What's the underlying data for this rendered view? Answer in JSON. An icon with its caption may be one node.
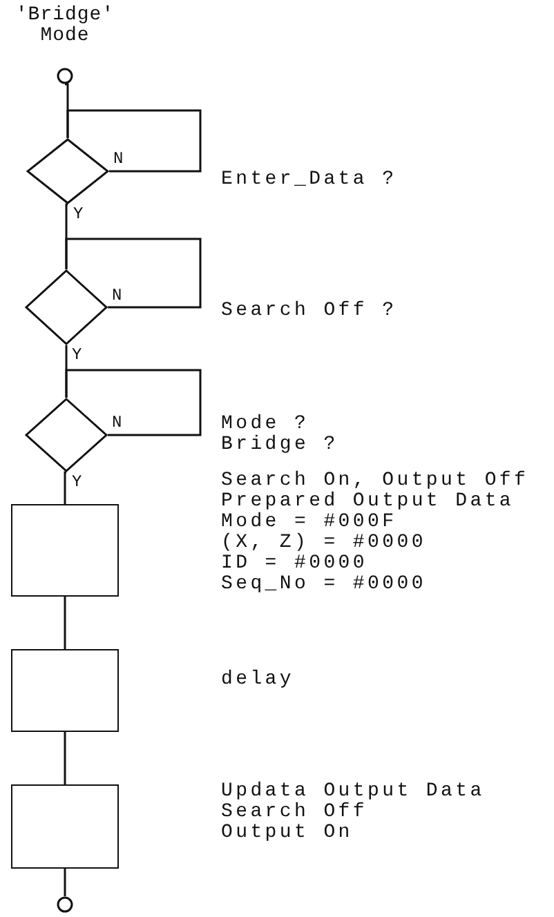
{
  "diagram": {
    "title": "'Bridge' Mode",
    "nodes": [
      {
        "text": [],
        "shape": "circle"
      },
      {
        "text": [],
        "shape": "diamond"
      },
      {
        "text": [],
        "shape": "diamond"
      },
      {
        "text": [],
        "shape": "diamond"
      },
      {
        "text": [],
        "shape": "box"
      },
      {
        "text": [],
        "shape": "box"
      },
      {
        "text": [],
        "shape": "box"
      },
      {
        "text": [],
        "shape": "circle"
      }
    ],
    "edges": [
      {
        "from": 0,
        "to": 1,
        "arrow": "none"
      },
      {
        "from": 1,
        "to": 1,
        "arrow": "none",
        "label": "N"
      },
      {
        "from": 1,
        "to": 2,
        "arrow": "none",
        "label": "Y"
      },
      {
        "from": 2,
        "to": 2,
        "arrow": "none",
        "label": "N"
      },
      {
        "from": 2,
        "to": 3,
        "arrow": "none",
        "label": "Y"
      },
      {
        "from": 3,
        "to": 3,
        "arrow": "none",
        "label": "N"
      },
      {
        "from": 3,
        "to": 4,
        "arrow": "none",
        "label": "Y"
      },
      {
        "from": 4,
        "to": 5,
        "arrow": "none"
      },
      {
        "from": 5,
        "to": 6,
        "arrow": "none"
      },
      {
        "from": 6,
        "to": 7,
        "arrow": "none"
      }
    ],
    "labels": [
      "Enter_Data ?",
      "Search Off ?",
      "Mode ?",
      "Bridge ?",
      "Search On, Output Off",
      "Prepared Output Data",
      "Mode = #000F",
      "(X, Z) = #0000",
      "ID = #0000",
      "Seq_No = #0000",
      "delay",
      "Updata Output Data",
      "Search Off",
      "Output On"
    ]
  }
}
